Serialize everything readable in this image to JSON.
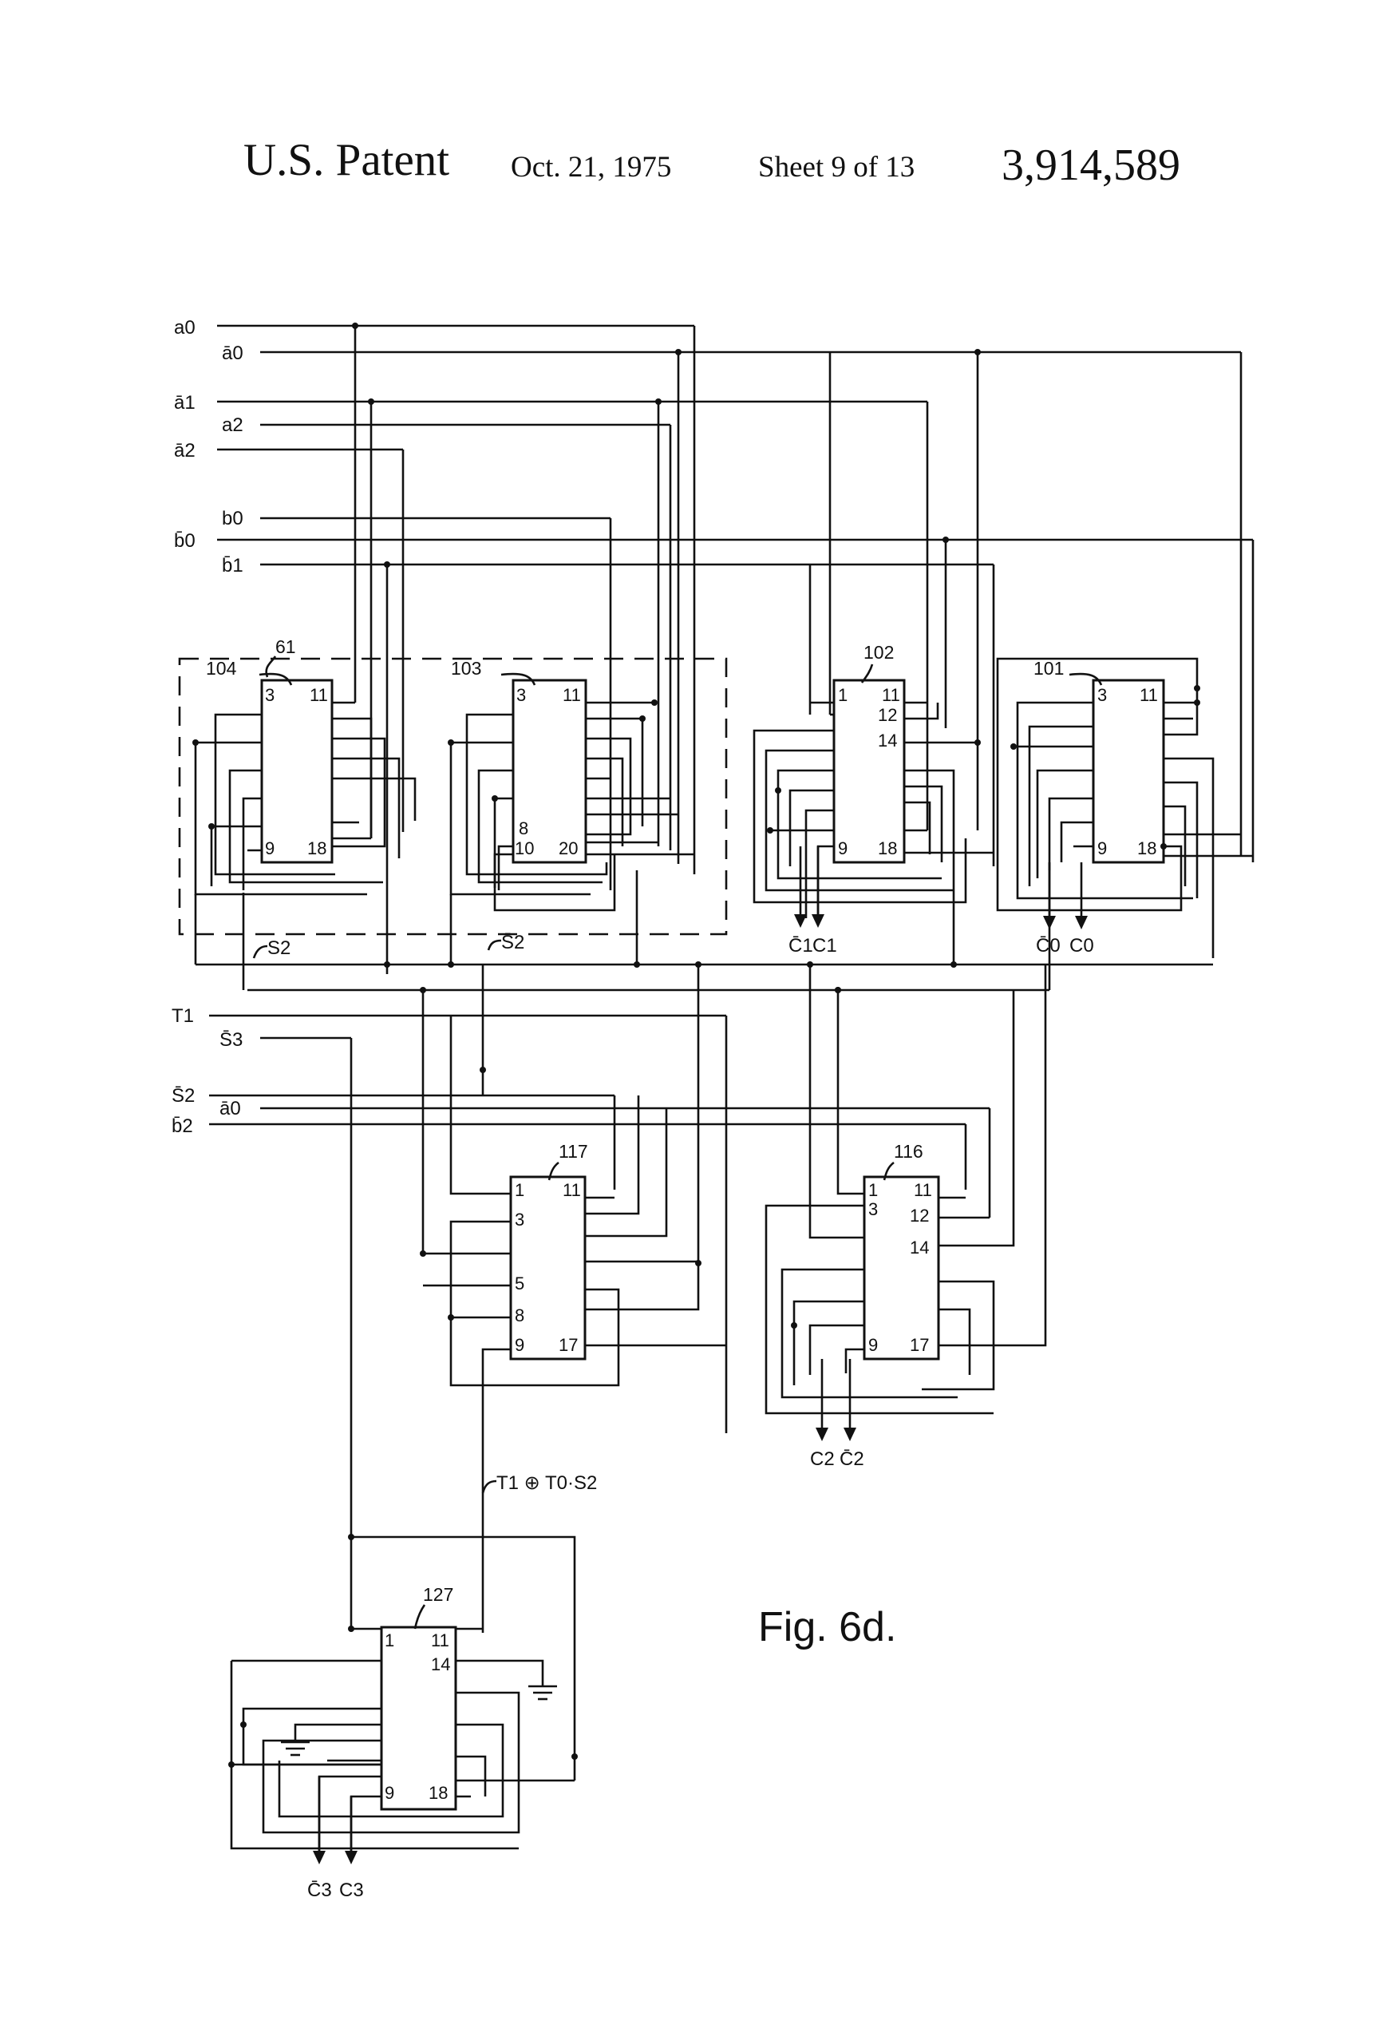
{
  "header": {
    "title": "U.S. Patent",
    "date": "Oct. 21, 1975",
    "sheet": "Sheet 9 of 13",
    "number": "3,914,589"
  },
  "figure": {
    "caption": "Fig. 6d."
  },
  "group_label": "61",
  "chips": [
    {
      "ref": "104",
      "pins": [
        "3",
        "11",
        "9",
        "18"
      ]
    },
    {
      "ref": "103",
      "pins": [
        "3",
        "11",
        "8",
        "10",
        "20"
      ]
    },
    {
      "ref": "102",
      "pins": [
        "1",
        "11",
        "12",
        "14",
        "9",
        "18"
      ]
    },
    {
      "ref": "101",
      "pins": [
        "3",
        "11",
        "9",
        "18"
      ]
    },
    {
      "ref": "117",
      "pins": [
        "1",
        "11",
        "3",
        "5",
        "8",
        "9",
        "17"
      ]
    },
    {
      "ref": "116",
      "pins": [
        "1",
        "11",
        "3",
        "12",
        "14",
        "9",
        "17"
      ]
    },
    {
      "ref": "127",
      "pins": [
        "1",
        "11",
        "14",
        "9",
        "18"
      ]
    }
  ],
  "inputs_top": [
    "a0",
    "ā0",
    "ā1",
    "a2",
    "ā2",
    "b0",
    "b̄0",
    "b̄1"
  ],
  "inputs_mid": [
    "T1",
    "S̄3",
    "S̄2",
    "ā0",
    "b̄2"
  ],
  "internal_signals": {
    "s2": "S2",
    "s2bar": "S̄2",
    "t_expr": "T1 ⊕ T0·S2"
  },
  "outputs": {
    "out102": [
      "C̄1",
      "C1"
    ],
    "out101": [
      "C̄0",
      "C0"
    ],
    "out116": [
      "C2",
      "C̄2"
    ],
    "out127": [
      "C̄3",
      "C3"
    ]
  }
}
